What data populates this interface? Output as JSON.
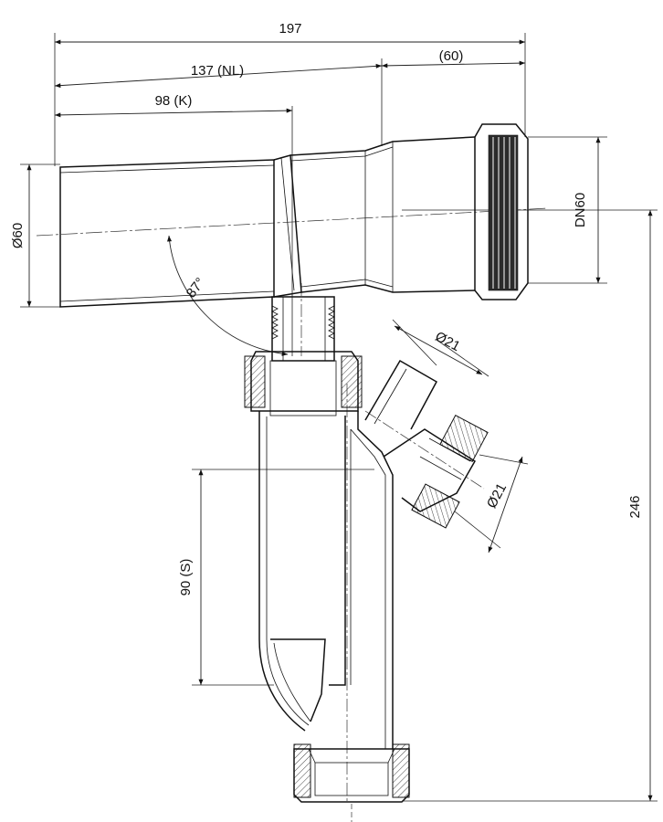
{
  "drawing": {
    "dimensions": {
      "overall_length": "197",
      "nominal_length": "137 (NL)",
      "k_length": "98 (K)",
      "socket_length": "(60)",
      "pipe_diameter": "Ø60",
      "nominal_diameter": "DN60",
      "angle": "87°",
      "branch_diameter_top": "Ø21",
      "branch_diameter_bottom": "Ø21",
      "s_length": "90 (S)",
      "overall_height": "246"
    }
  }
}
